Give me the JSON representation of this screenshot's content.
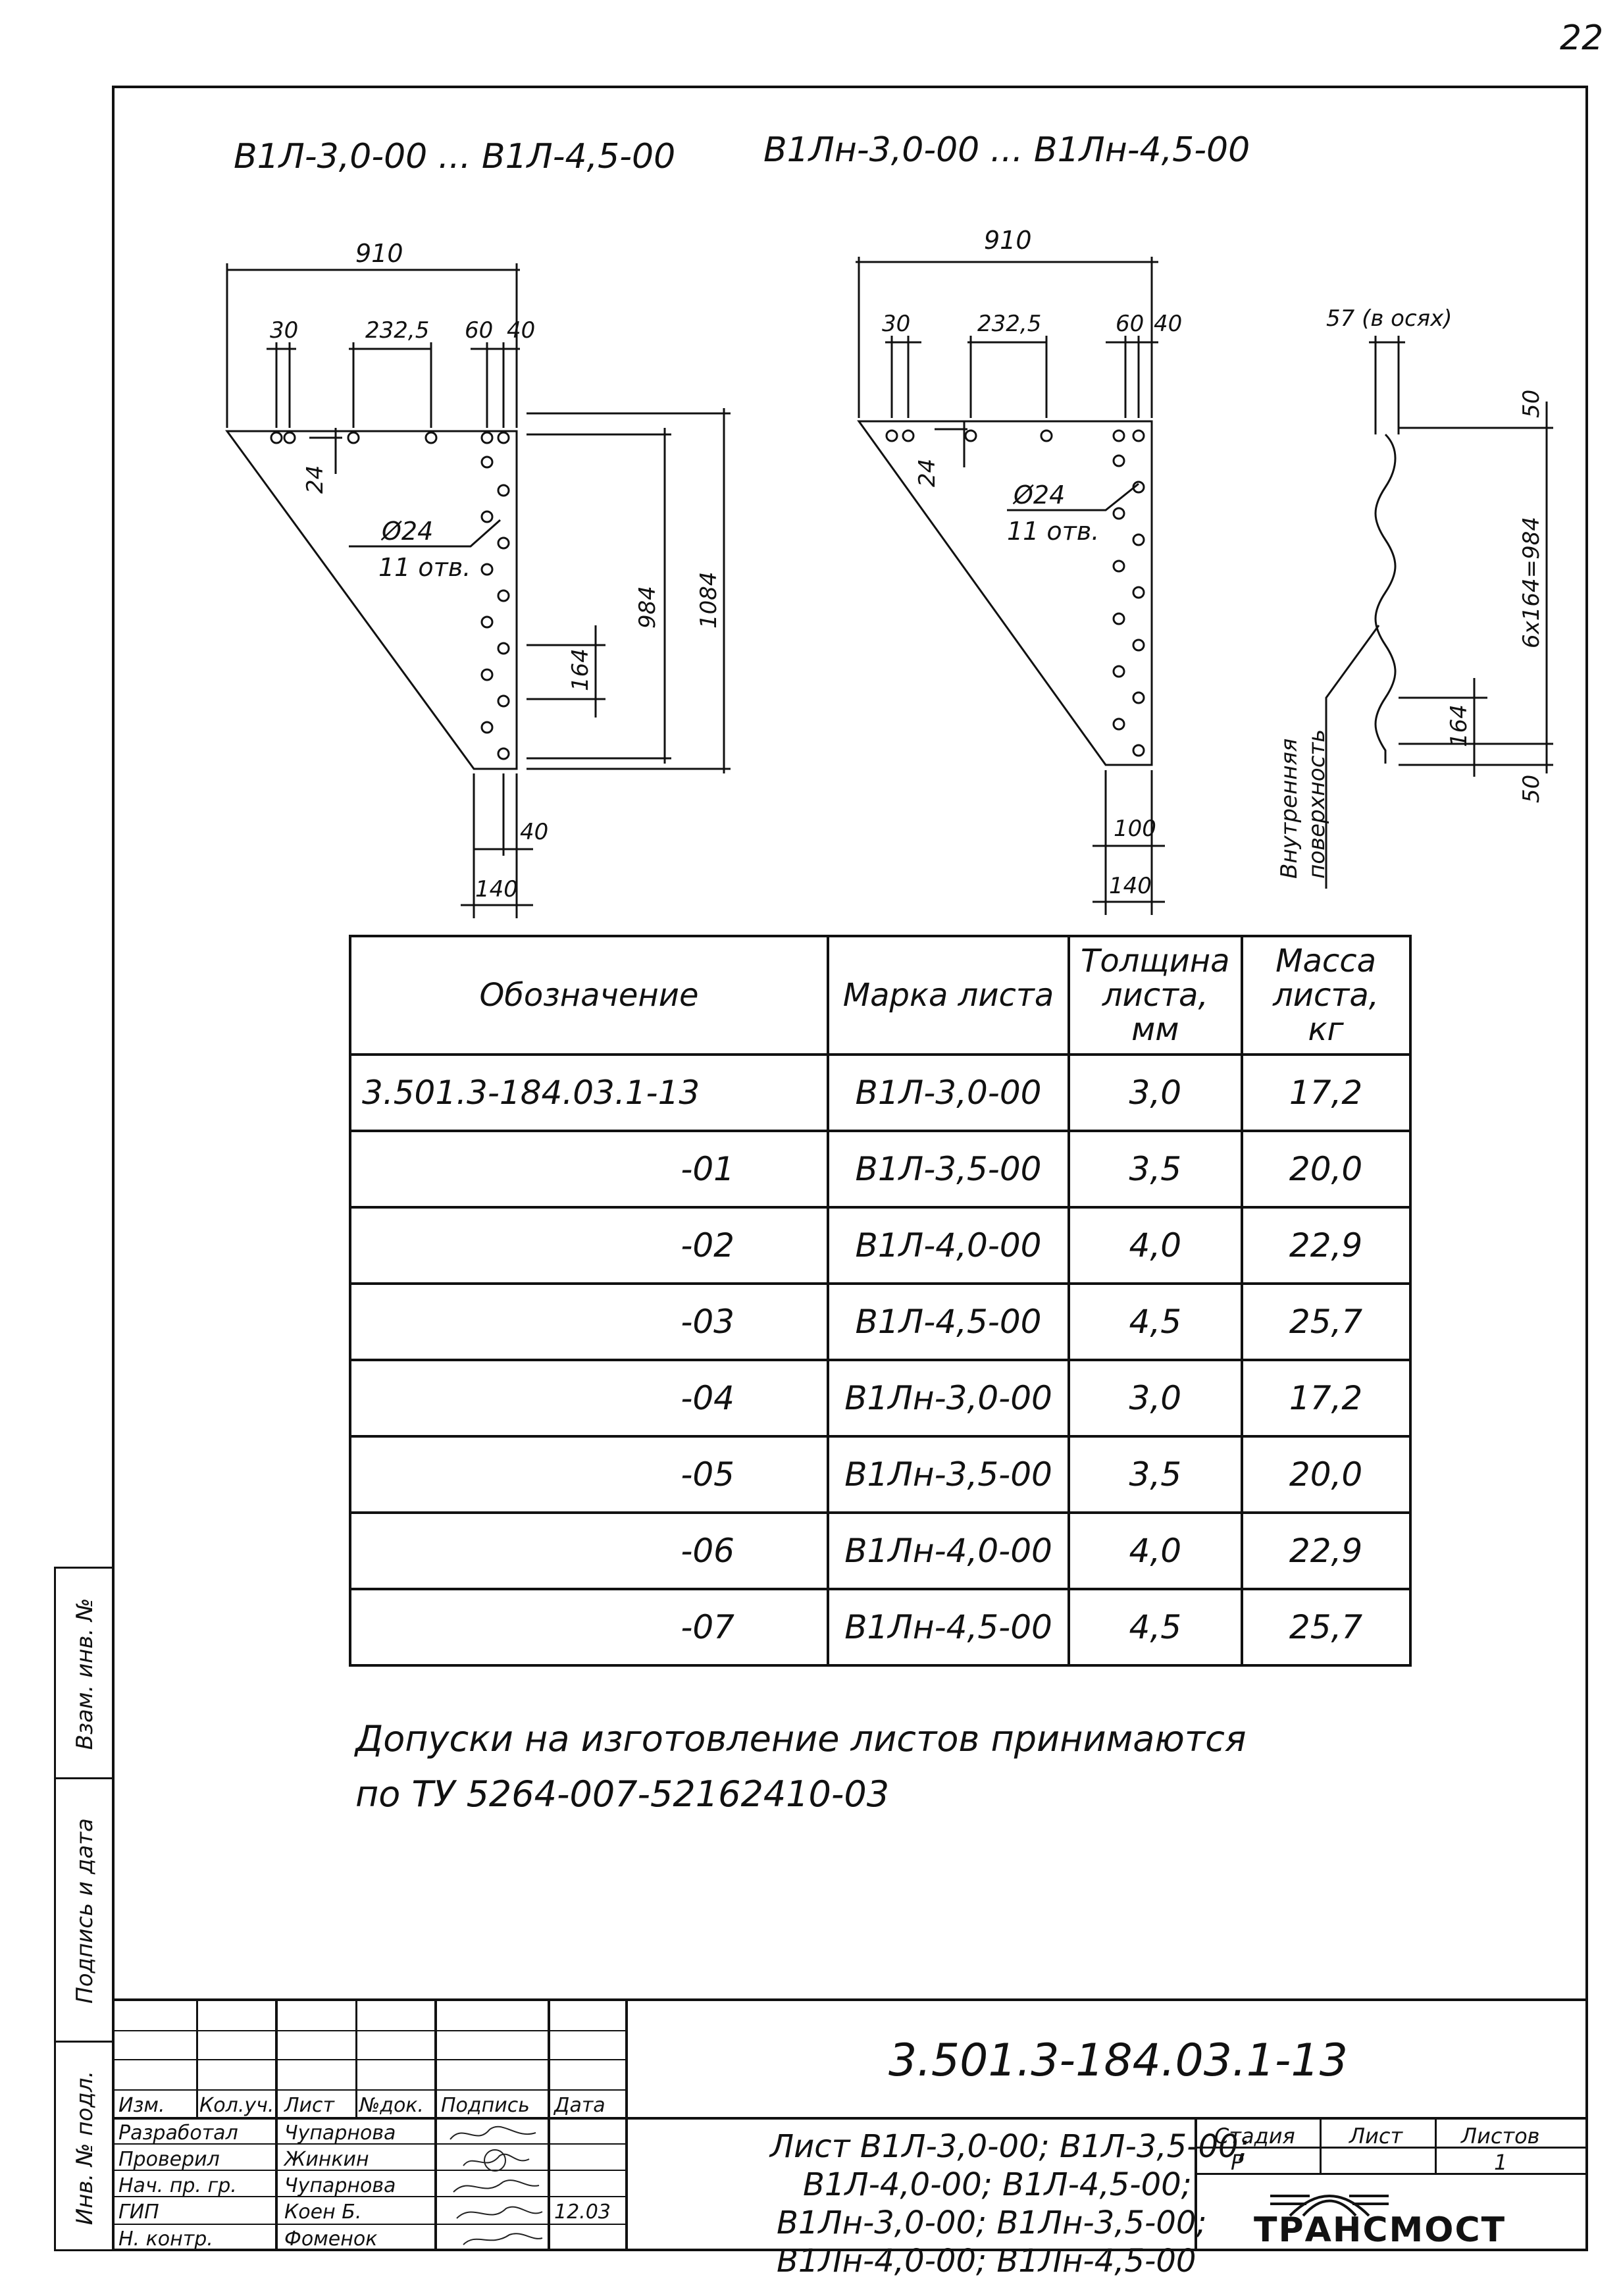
{
  "page_number": "22",
  "drawing": {
    "header_left": "В1Л-3,0-00 ... В1Л-4,5-00",
    "header_right": "В1Лн-3,0-00 ... В1Лн-4,5-00",
    "left_part": {
      "dim_width": "910",
      "dim_30": "30",
      "dim_232": "232,5",
      "dim_60": "60",
      "dim_40_top": "40",
      "dim_24": "24",
      "hole_dia": "Ø24",
      "holes_count": "11 отв.",
      "dim_984": "984",
      "dim_1084": "1084",
      "dim_164": "164",
      "dim_40_bottom": "40",
      "dim_140": "140"
    },
    "right_part": {
      "dim_width": "910",
      "dim_30": "30",
      "dim_232": "232,5",
      "dim_60": "60",
      "dim_40_top": "40",
      "dim_24": "24",
      "hole_dia": "Ø24",
      "holes_count": "11 отв.",
      "dim_100": "100",
      "dim_140": "140"
    },
    "section": {
      "axis_dim": "57 (в осях)",
      "dim_50_top": "50",
      "dim_total": "6х164=984",
      "dim_164": "164",
      "dim_50_bottom": "50",
      "inner_line1": "Внутренняя",
      "inner_line2": "поверхность"
    }
  },
  "spec_table": {
    "headers": [
      "Обозначение",
      "Марка листа",
      "Толщина листа, мм",
      "Масса листа, кг"
    ],
    "rows": [
      {
        "designation": "3.501.3-184.03.1-13",
        "mark": "В1Л-3,0-00",
        "thickness": "3,0",
        "mass": "17,2"
      },
      {
        "designation": "-01",
        "mark": "В1Л-3,5-00",
        "thickness": "3,5",
        "mass": "20,0"
      },
      {
        "designation": "-02",
        "mark": "В1Л-4,0-00",
        "thickness": "4,0",
        "mass": "22,9"
      },
      {
        "designation": "-03",
        "mark": "В1Л-4,5-00",
        "thickness": "4,5",
        "mass": "25,7"
      },
      {
        "designation": "-04",
        "mark": "В1Лн-3,0-00",
        "thickness": "3,0",
        "mass": "17,2"
      },
      {
        "designation": "-05",
        "mark": "В1Лн-3,5-00",
        "thickness": "3,5",
        "mass": "20,0"
      },
      {
        "designation": "-06",
        "mark": "В1Лн-4,0-00",
        "thickness": "4,0",
        "mass": "22,9"
      },
      {
        "designation": "-07",
        "mark": "В1Лн-4,5-00",
        "thickness": "4,5",
        "mass": "25,7"
      }
    ]
  },
  "note": {
    "line1": "Допуски на изготовление листов принимаются",
    "line2": "по ТУ 5264-007-52162410-03"
  },
  "side_labels": {
    "inv_replaced": "Взам. инв. №",
    "sign_date": "Подпись и дата",
    "inv_orig": "Инв. № подл."
  },
  "title_block": {
    "doc_code": "3.501.3-184.03.1-13",
    "col_headers": [
      "Изм.",
      "Кол.уч.",
      "Лист",
      "№док.",
      "Подпись",
      "Дата"
    ],
    "roles": [
      {
        "role": "Разработал",
        "name": "Чупарнова"
      },
      {
        "role": "Проверил",
        "name": "Жинкин"
      },
      {
        "role": "Нач. пр. гр.",
        "name": "Чупарнова"
      },
      {
        "role": "ГИП",
        "name": "Коен Б."
      },
      {
        "role": "Н. контр.",
        "name": "Фоменок"
      }
    ],
    "date": "12.03",
    "doc_title": [
      "Лист В1Л-3,0-00; В1Л-3,5-00;",
      "В1Л-4,0-00; В1Л-4,5-00;",
      "В1Лн-3,0-00; В1Лн-3,5-00;",
      "В1Лн-4,0-00; В1Лн-4,5-00"
    ],
    "stage_label": "Стадия",
    "sheet_label": "Лист",
    "sheets_label": "Листов",
    "stage_value": "Р",
    "sheets_value": "1",
    "company": "ТРАНСМОСТ"
  }
}
